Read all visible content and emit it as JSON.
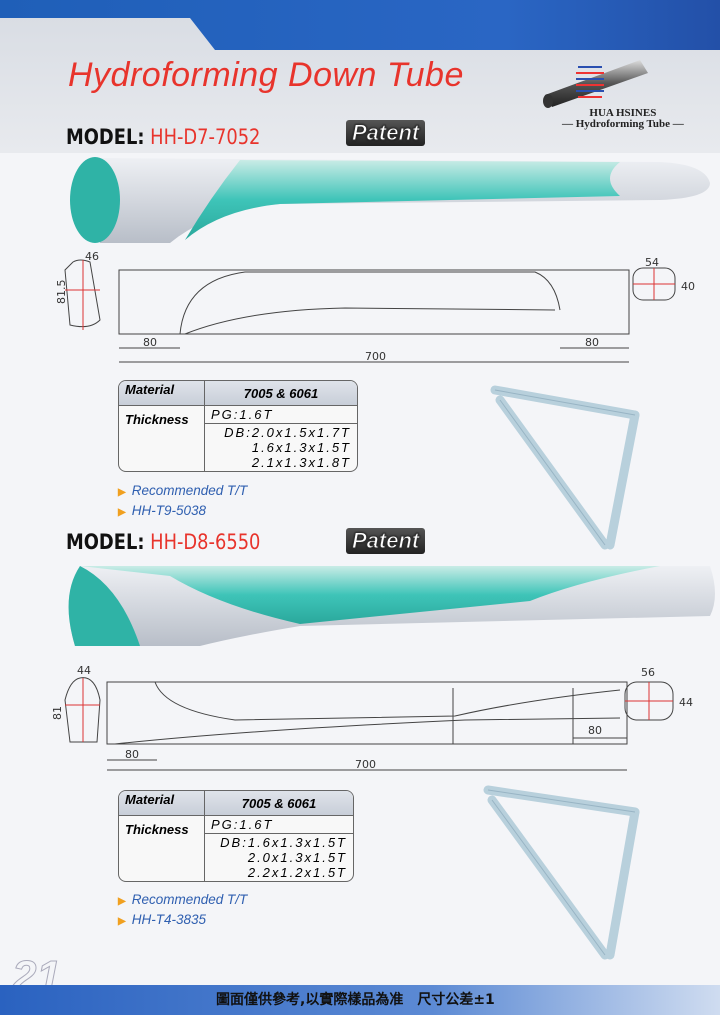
{
  "header": {
    "title": "Hydroforming Down Tube",
    "logo_name": "HUA HSINES",
    "logo_sub": "— Hydroforming Tube —"
  },
  "products": [
    {
      "model_label": "MODEL:",
      "model": "HH-D7-7052",
      "badge": "Patent",
      "dims": {
        "end_w": "46",
        "end_h": "81.5",
        "start_len": "80",
        "total": "700",
        "end_len": "80",
        "far_w": "54",
        "far_h": "40"
      },
      "table": {
        "material_label": "Material",
        "material": "7005 & 6061",
        "thickness_label": "Thickness",
        "pg": "PG:1.6T",
        "db": [
          "DB:2.0x1.5x1.7T",
          "1.6x1.3x1.5T",
          "2.1x1.3x1.8T"
        ]
      },
      "recommended_label": "Recommended T/T",
      "recommended": "HH-T9-5038"
    },
    {
      "model_label": "MODEL:",
      "model": "HH-D8-6550",
      "badge": "Patent",
      "dims": {
        "end_w": "44",
        "end_h": "81",
        "start_len": "80",
        "total": "700",
        "end_len": "80",
        "far_w": "56",
        "far_h": "44"
      },
      "table": {
        "material_label": "Material",
        "material": "7005 & 6061",
        "thickness_label": "Thickness",
        "pg": "PG:1.6T",
        "db": [
          "DB:1.6x1.3x1.5T",
          "2.0x1.3x1.5T",
          "2.2x1.2x1.5T"
        ]
      },
      "recommended_label": "Recommended T/T",
      "recommended": "HH-T4-3835"
    }
  ],
  "footer": {
    "page": "21",
    "note": "圖面僅供參考,以實際樣品為准　尺寸公差±1"
  }
}
